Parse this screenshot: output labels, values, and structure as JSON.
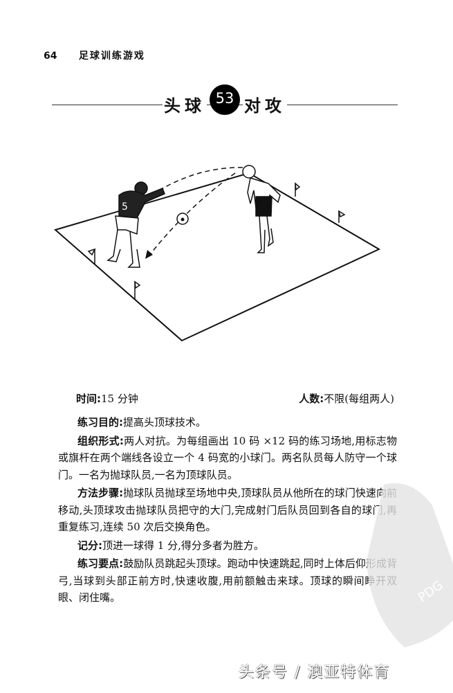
{
  "running_head": {
    "page_number": "64",
    "book_title": "足球训练游戏"
  },
  "title": {
    "prefix": "头球",
    "number": "53",
    "suffix": "对攻"
  },
  "illustration": {
    "description": "Two players on a rectangular practice field with four corner flags; one player (#5) throws ball, other heads it",
    "player_left_number": "5"
  },
  "meta": {
    "time_label": "时间:",
    "time_value": "15 分钟",
    "players_label": "人数:",
    "players_value": "不限(每组两人)"
  },
  "sections": [
    {
      "label": "练习目的:",
      "text": "提高头顶球技术。"
    },
    {
      "label": "组织形式:",
      "text": "两人对抗。为每组画出 10 码 ×12 码的练习场地,用标志物或旗杆在两个端线各设立一个 4 码宽的小球门。两名队员每人防守一个球门。一名为抛球队员,一名为顶球队员。"
    },
    {
      "label": "方法步骤:",
      "text": "抛球队员抛球至场地中央,顶球队员从他所在的球门快速向前移动,头顶球攻击抛球队员把守的大门,完成射门后队员回到各自的球门,再重复练习,连续 50 次后交换角色。"
    },
    {
      "label": "记分:",
      "text": "顶进一球得 1 分,得分多者为胜方。"
    },
    {
      "label": "练习要点:",
      "text": "鼓励队员跳起头顶球。跑动中快速跳起,同时上体后仰形成背弓,当球到头部正前方时,快速收腹,用前额触击来球。顶球的瞬间睁开双眼、闭住嘴。"
    }
  ],
  "watermarks": {
    "stamp_text": "PDG",
    "footer": "头条号 / 澳亚特体育"
  }
}
